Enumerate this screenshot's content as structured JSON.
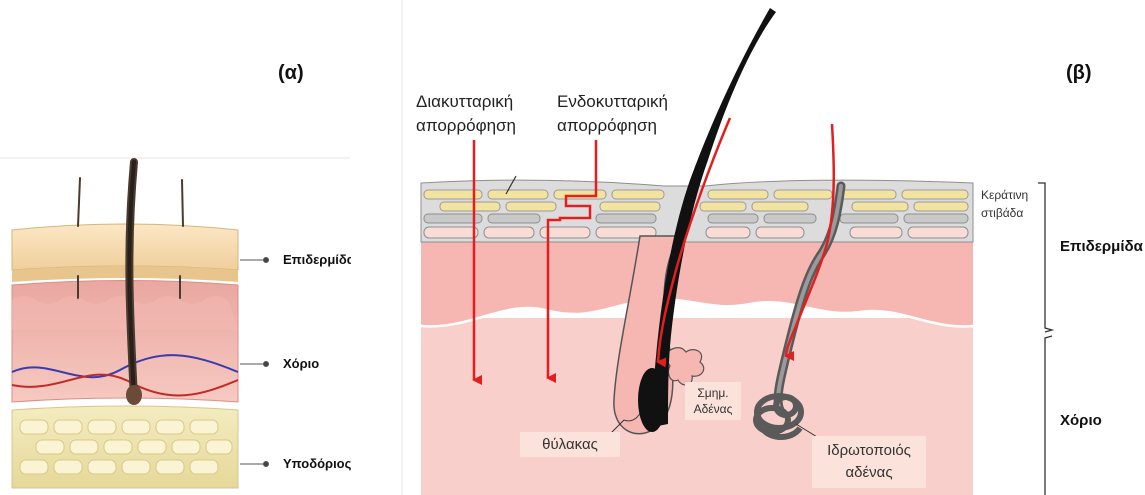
{
  "panel_labels": {
    "left": "(α)",
    "right": "(β)"
  },
  "left_panel": {
    "layers": [
      "Επιδερμίδα",
      "Χόριο",
      "Υποδόριος"
    ]
  },
  "right_panel": {
    "routes": {
      "intercellular": [
        "Διακυτταρική",
        "απορρόφηση"
      ],
      "intracellular": [
        "Ενδοκυτταρική",
        "απορρόφηση"
      ]
    },
    "stratum_corneum": [
      "Κεράτινη",
      "στιβάδα"
    ],
    "layer_brackets": {
      "epidermis": "Επιδερμίδα",
      "dermis": "Χόριο"
    },
    "structures": {
      "follicle": "θύλακας",
      "sebaceous_gland": [
        "Σμημ.",
        "Αδένας"
      ],
      "sweat_gland": [
        "Ιδρωτοποιός",
        "αδένας"
      ]
    }
  },
  "colors": {
    "arrow_red": "#e31e1e",
    "epidermis_pink": "#f6b6b2",
    "dermis_pink": "#f8cfca",
    "stratum_gray": "#d4d4d4",
    "lipid_yellow": "#f3e3a0"
  }
}
